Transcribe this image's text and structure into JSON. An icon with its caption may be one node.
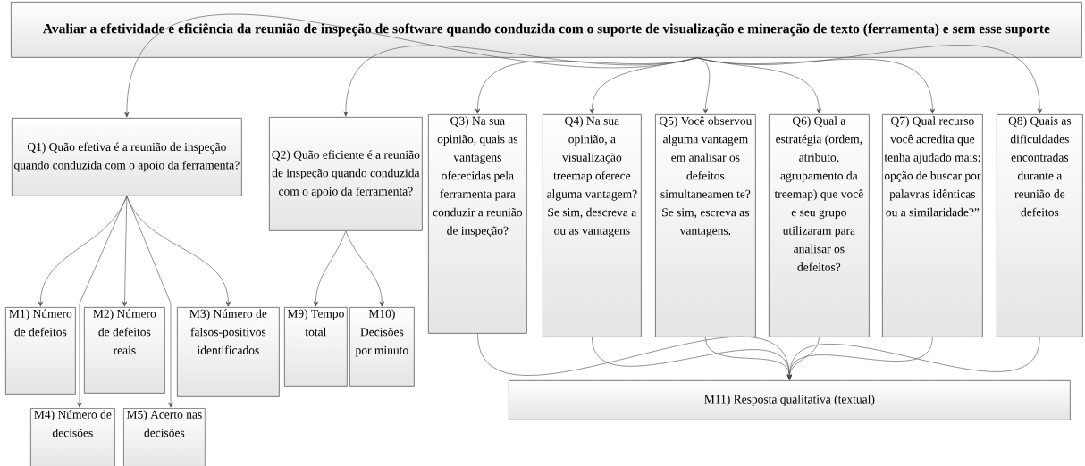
{
  "diagram": {
    "nodes": [
      {
        "text": [
          "Avaliar a efetividade e eficiência da reunião de inspeção de software quando conduzida com o suporte de visualização e mineração de texto (ferramenta) e sem esse suporte"
        ]
      },
      {
        "text": [
          "Q1) Quão efetiva é a reunião de inspeção quando conduzida com o apoio da ferramenta?"
        ]
      },
      {
        "text": [
          "Q2) Quão eficiente é a reunião de inspeção quando conduzida com o apoio da ferramenta?"
        ]
      },
      {
        "text": [
          "Q3) Na sua opinião, quais as vantagens oferecidas pela ferramenta para conduzir a reunião de inspeção?"
        ]
      },
      {
        "text": [
          "Q4) Na sua opinião, a visualização treemap oferece alguma vantagem? Se sim, descreva a ou as vantagens"
        ]
      },
      {
        "text": [
          "Q5) Você observou alguma vantagem em analisar os defeitos simultaneamen te? Se sim, escreva as vantagens."
        ]
      },
      {
        "text": [
          "Q6) Qual a estratégia (ordem, atributo, agrupamento da treemap) que você e seu grupo utilizaram para analisar os defeitos?"
        ]
      },
      {
        "text": [
          "Q7) Qual recurso você acredita que tenha ajudado mais: opção de buscar por palavras idênticas ou a similaridade?”"
        ]
      },
      {
        "text": [
          "Q8) Quais as dificuldades encontradas durante a reunião de defeitos"
        ]
      },
      {
        "text": [
          "M1) Número de defeitos"
        ]
      },
      {
        "text": [
          "M2) Número de defeitos reais"
        ]
      },
      {
        "text": [
          "M3) Número de falsos-positivos identificados"
        ]
      },
      {
        "text": [
          "M4) Número de decisões"
        ]
      },
      {
        "text": [
          "M5) Acerto nas decisões"
        ]
      },
      {
        "text": [
          "M9) Tempo total"
        ]
      },
      {
        "text": [
          "M10) Decisões por minuto"
        ]
      },
      {
        "text": [
          "M11) Resposta qualitativa (textual)"
        ]
      }
    ],
    "edges": [
      {
        "from": 0,
        "to": 1,
        "arrow": "to"
      },
      {
        "from": 0,
        "to": 2,
        "arrow": "to"
      },
      {
        "from": 0,
        "to": 3,
        "arrow": "to"
      },
      {
        "from": 0,
        "to": 4,
        "arrow": "to"
      },
      {
        "from": 0,
        "to": 5,
        "arrow": "to"
      },
      {
        "from": 0,
        "to": 6,
        "arrow": "to"
      },
      {
        "from": 0,
        "to": 7,
        "arrow": "to"
      },
      {
        "from": 0,
        "to": 8,
        "arrow": "to"
      },
      {
        "from": 1,
        "to": 9,
        "arrow": "to"
      },
      {
        "from": 1,
        "to": 10,
        "arrow": "to"
      },
      {
        "from": 1,
        "to": 11,
        "arrow": "to"
      },
      {
        "from": 1,
        "to": 12,
        "arrow": "to"
      },
      {
        "from": 1,
        "to": 13,
        "arrow": "to"
      },
      {
        "from": 2,
        "to": 14,
        "arrow": "to"
      },
      {
        "from": 2,
        "to": 15,
        "arrow": "to"
      },
      {
        "from": 3,
        "to": 16,
        "arrow": "to"
      },
      {
        "from": 4,
        "to": 16,
        "arrow": "to"
      },
      {
        "from": 5,
        "to": 16,
        "arrow": "to"
      },
      {
        "from": 6,
        "to": 16,
        "arrow": "to"
      },
      {
        "from": 7,
        "to": 16,
        "arrow": "to"
      },
      {
        "from": 8,
        "to": 16,
        "arrow": "to"
      }
    ]
  }
}
